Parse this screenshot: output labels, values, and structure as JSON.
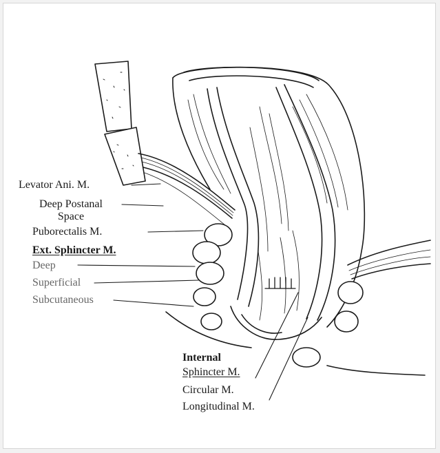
{
  "labels": {
    "levator": "Levator Ani. M.",
    "deep_postanal_line1": "Deep Postanal",
    "deep_postanal_line2": "Space",
    "puborectalis": "Puborectalis M.",
    "ext_sphincter": "Ext. Sphincter M.",
    "deep": "Deep",
    "superficial": "Superficial",
    "subcutaneous": "Subcutaneous",
    "internal": "Internal",
    "sphincter": "Sphincter M.",
    "circular": "Circular M.",
    "longitudinal": "Longitudinal M."
  },
  "colors": {
    "ink": "#1a1a1a",
    "secondary_label": "#666666",
    "frame_border": "#d6d6d6"
  }
}
